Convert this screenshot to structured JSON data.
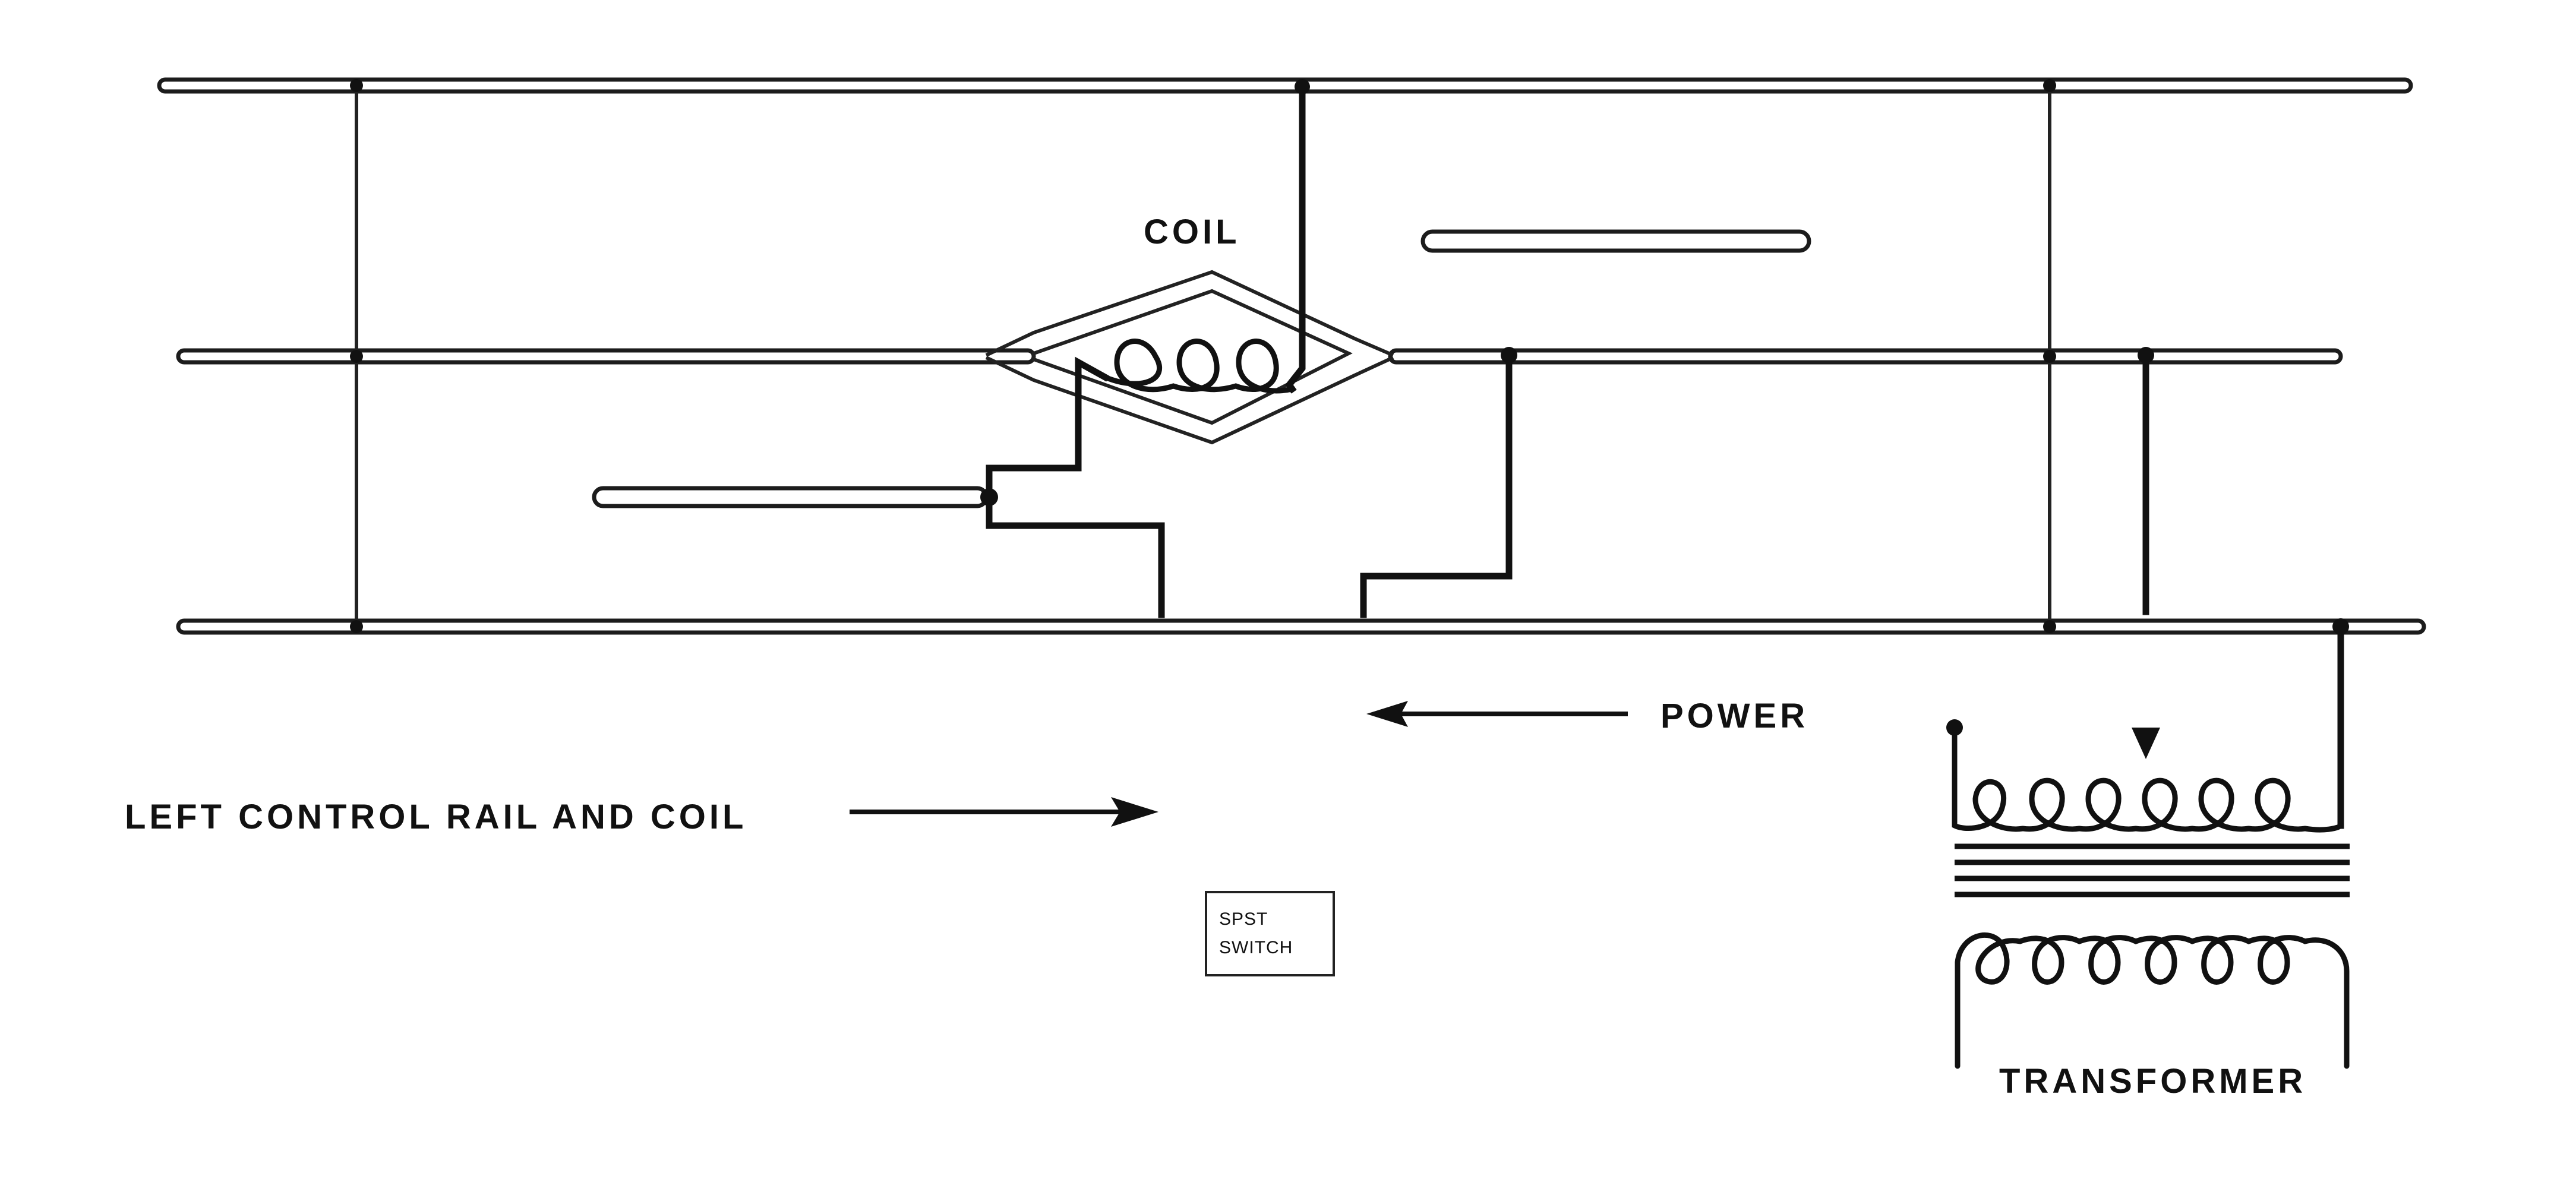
{
  "labels": {
    "coil": "COIL",
    "power": "POWER",
    "left_control": "LEFT CONTROL RAIL AND COIL",
    "transformer": "TRANSFORMER",
    "switch_line1": "SPST",
    "switch_line2": "SWITCH"
  }
}
